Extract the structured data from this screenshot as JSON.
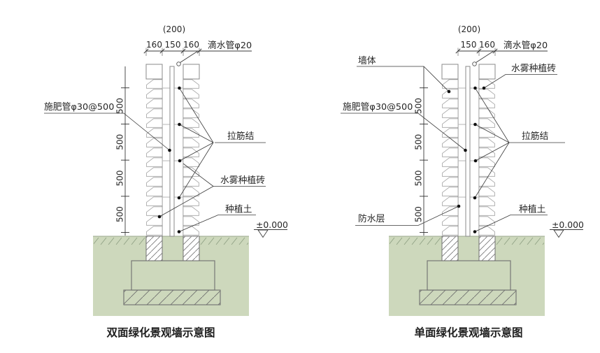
{
  "colors": {
    "ground_green": "#cdd8bc",
    "ground_hatch": "#8fa184",
    "structure_gray": "#8a8a8a",
    "brick_gray": "#a3a3a3",
    "foundation_gray": "#6f6f6f",
    "annotation_dark": "#2f2f2f"
  },
  "left": {
    "caption": "双面绿化景观墙示意图",
    "dim_total": "(200)",
    "dims": [
      "160",
      "150",
      "160"
    ],
    "spacing_labels": [
      "500",
      "500",
      "500",
      "500"
    ],
    "labels": {
      "drip_pipe": "滴水管φ20",
      "fertilizer_pipe": "施肥管φ30@500",
      "tie_bars": "拉筋结",
      "mist_brick": "水雾种植砖",
      "planting_soil": "种植土",
      "level": "±0.000"
    }
  },
  "right": {
    "caption": "单面绿化景观墙示意图",
    "dim_total": "(200)",
    "dims": [
      "150",
      "160"
    ],
    "spacing_labels": [
      "500",
      "500",
      "500",
      "500"
    ],
    "labels": {
      "wall": "墙体",
      "drip_pipe": "滴水管φ20",
      "mist_brick": "水雾种植砖",
      "fertilizer_pipe": "施肥管φ30@500",
      "tie_bars": "拉筋结",
      "planting_soil": "种植土",
      "waterproof_layer": "防水层",
      "level": "±0.000"
    }
  }
}
